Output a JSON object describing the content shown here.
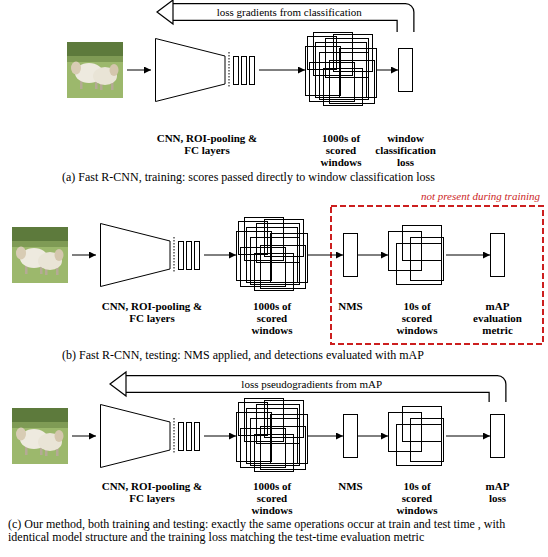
{
  "diagram": {
    "nodes": [
      {
        "text": [
          "CNN, ROI-pooling & FC layers"
        ]
      },
      {
        "text": [
          "1000s of scored windows"
        ]
      },
      {
        "text": [
          "window classification loss"
        ]
      },
      {
        "text": [
          "CNN, ROI-pooling & FC layers"
        ]
      },
      {
        "text": [
          "1000s of scored windows"
        ]
      },
      {
        "text": [
          "not present during training"
        ]
      },
      {
        "text": [
          "NMS"
        ],
        "in": 5
      },
      {
        "text": [
          "10s of scored windows"
        ],
        "in": 5
      },
      {
        "text": [
          "mAP evaluation metric"
        ],
        "in": 5
      },
      {
        "text": [
          "CNN, ROI-pooling & FC layers"
        ]
      },
      {
        "text": [
          "1000s of scored windows"
        ]
      },
      {
        "text": [
          "NMS"
        ]
      },
      {
        "text": [
          "10s of scored windows"
        ]
      },
      {
        "text": [
          "mAP loss"
        ]
      }
    ],
    "edges": [
      {
        "from": 0,
        "to": 1,
        "arrow": "to"
      },
      {
        "from": 1,
        "to": 2,
        "arrow": "to"
      },
      {
        "from": 2,
        "to": 0,
        "label": "loss gradients from classification",
        "arrow": "to"
      },
      {
        "from": 3,
        "to": 4,
        "arrow": "to"
      },
      {
        "from": 4,
        "to": 6,
        "arrow": "to"
      },
      {
        "from": 6,
        "to": 7,
        "arrow": "to"
      },
      {
        "from": 7,
        "to": 8,
        "arrow": "to"
      },
      {
        "from": 9,
        "to": 10,
        "arrow": "to"
      },
      {
        "from": 10,
        "to": 11,
        "arrow": "to"
      },
      {
        "from": 11,
        "to": 12,
        "arrow": "to"
      },
      {
        "from": 12,
        "to": 13,
        "arrow": "to"
      },
      {
        "from": 13,
        "to": 9,
        "label": "loss pseudogradients from mAP",
        "arrow": "to"
      }
    ],
    "labels": [
      "(a) Fast R-CNN, training: scores passed directly to window classification loss",
      "(b) Fast R-CNN, testing: NMS applied, and detections evaluated with mAP",
      "(c) Our method, both training and testing: exactly the same operations occur at train and test time , with identical model structure and the training loss matching the test-time evaluation metric"
    ]
  }
}
